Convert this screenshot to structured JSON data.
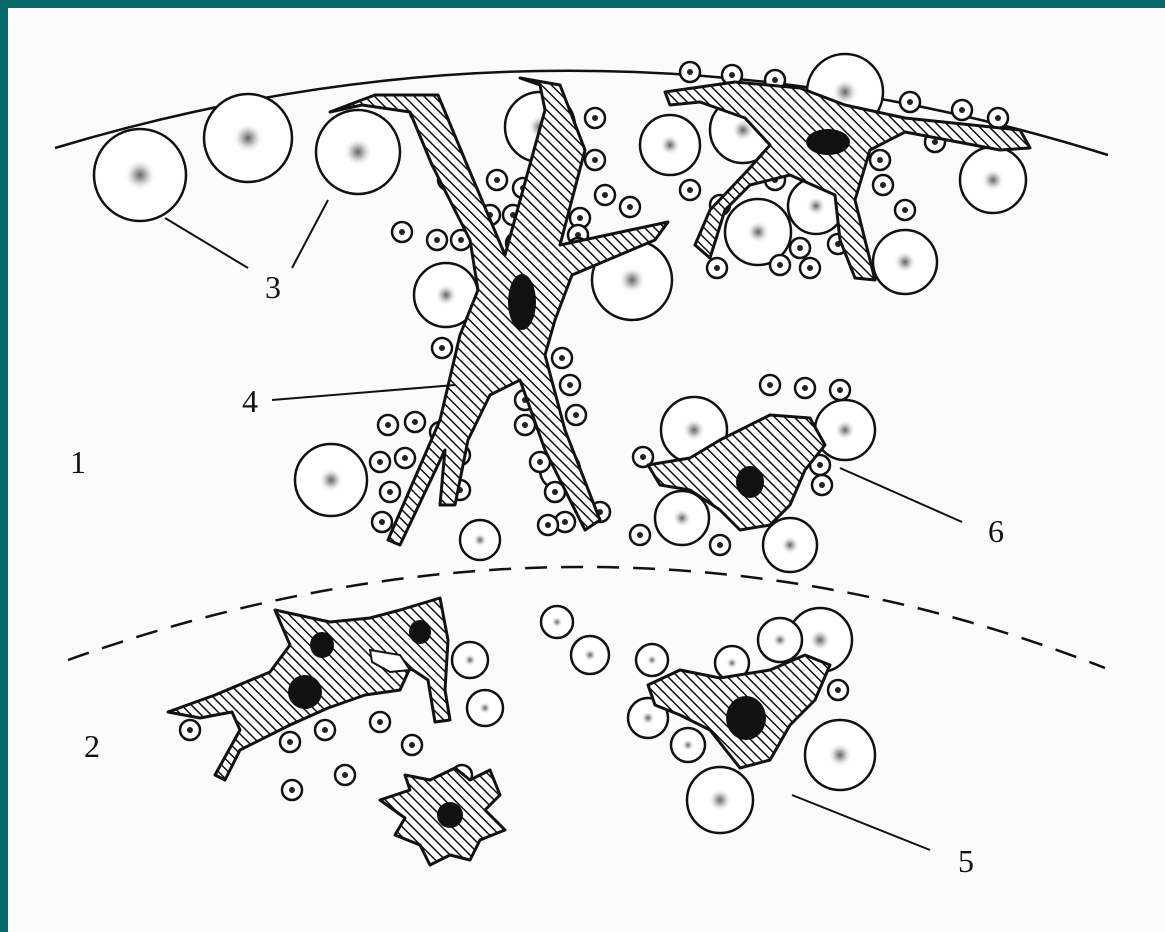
{
  "figure": {
    "labels": {
      "zone_outer": "1",
      "zone_inner": "2",
      "large_cells": "3",
      "branched_cell": "4",
      "cluster_cell_lower": "5",
      "cluster_cell_upper": "6"
    },
    "colors": {
      "frame": "#076b6b",
      "paper": "#fbfbfb",
      "ink": "#111111"
    }
  }
}
